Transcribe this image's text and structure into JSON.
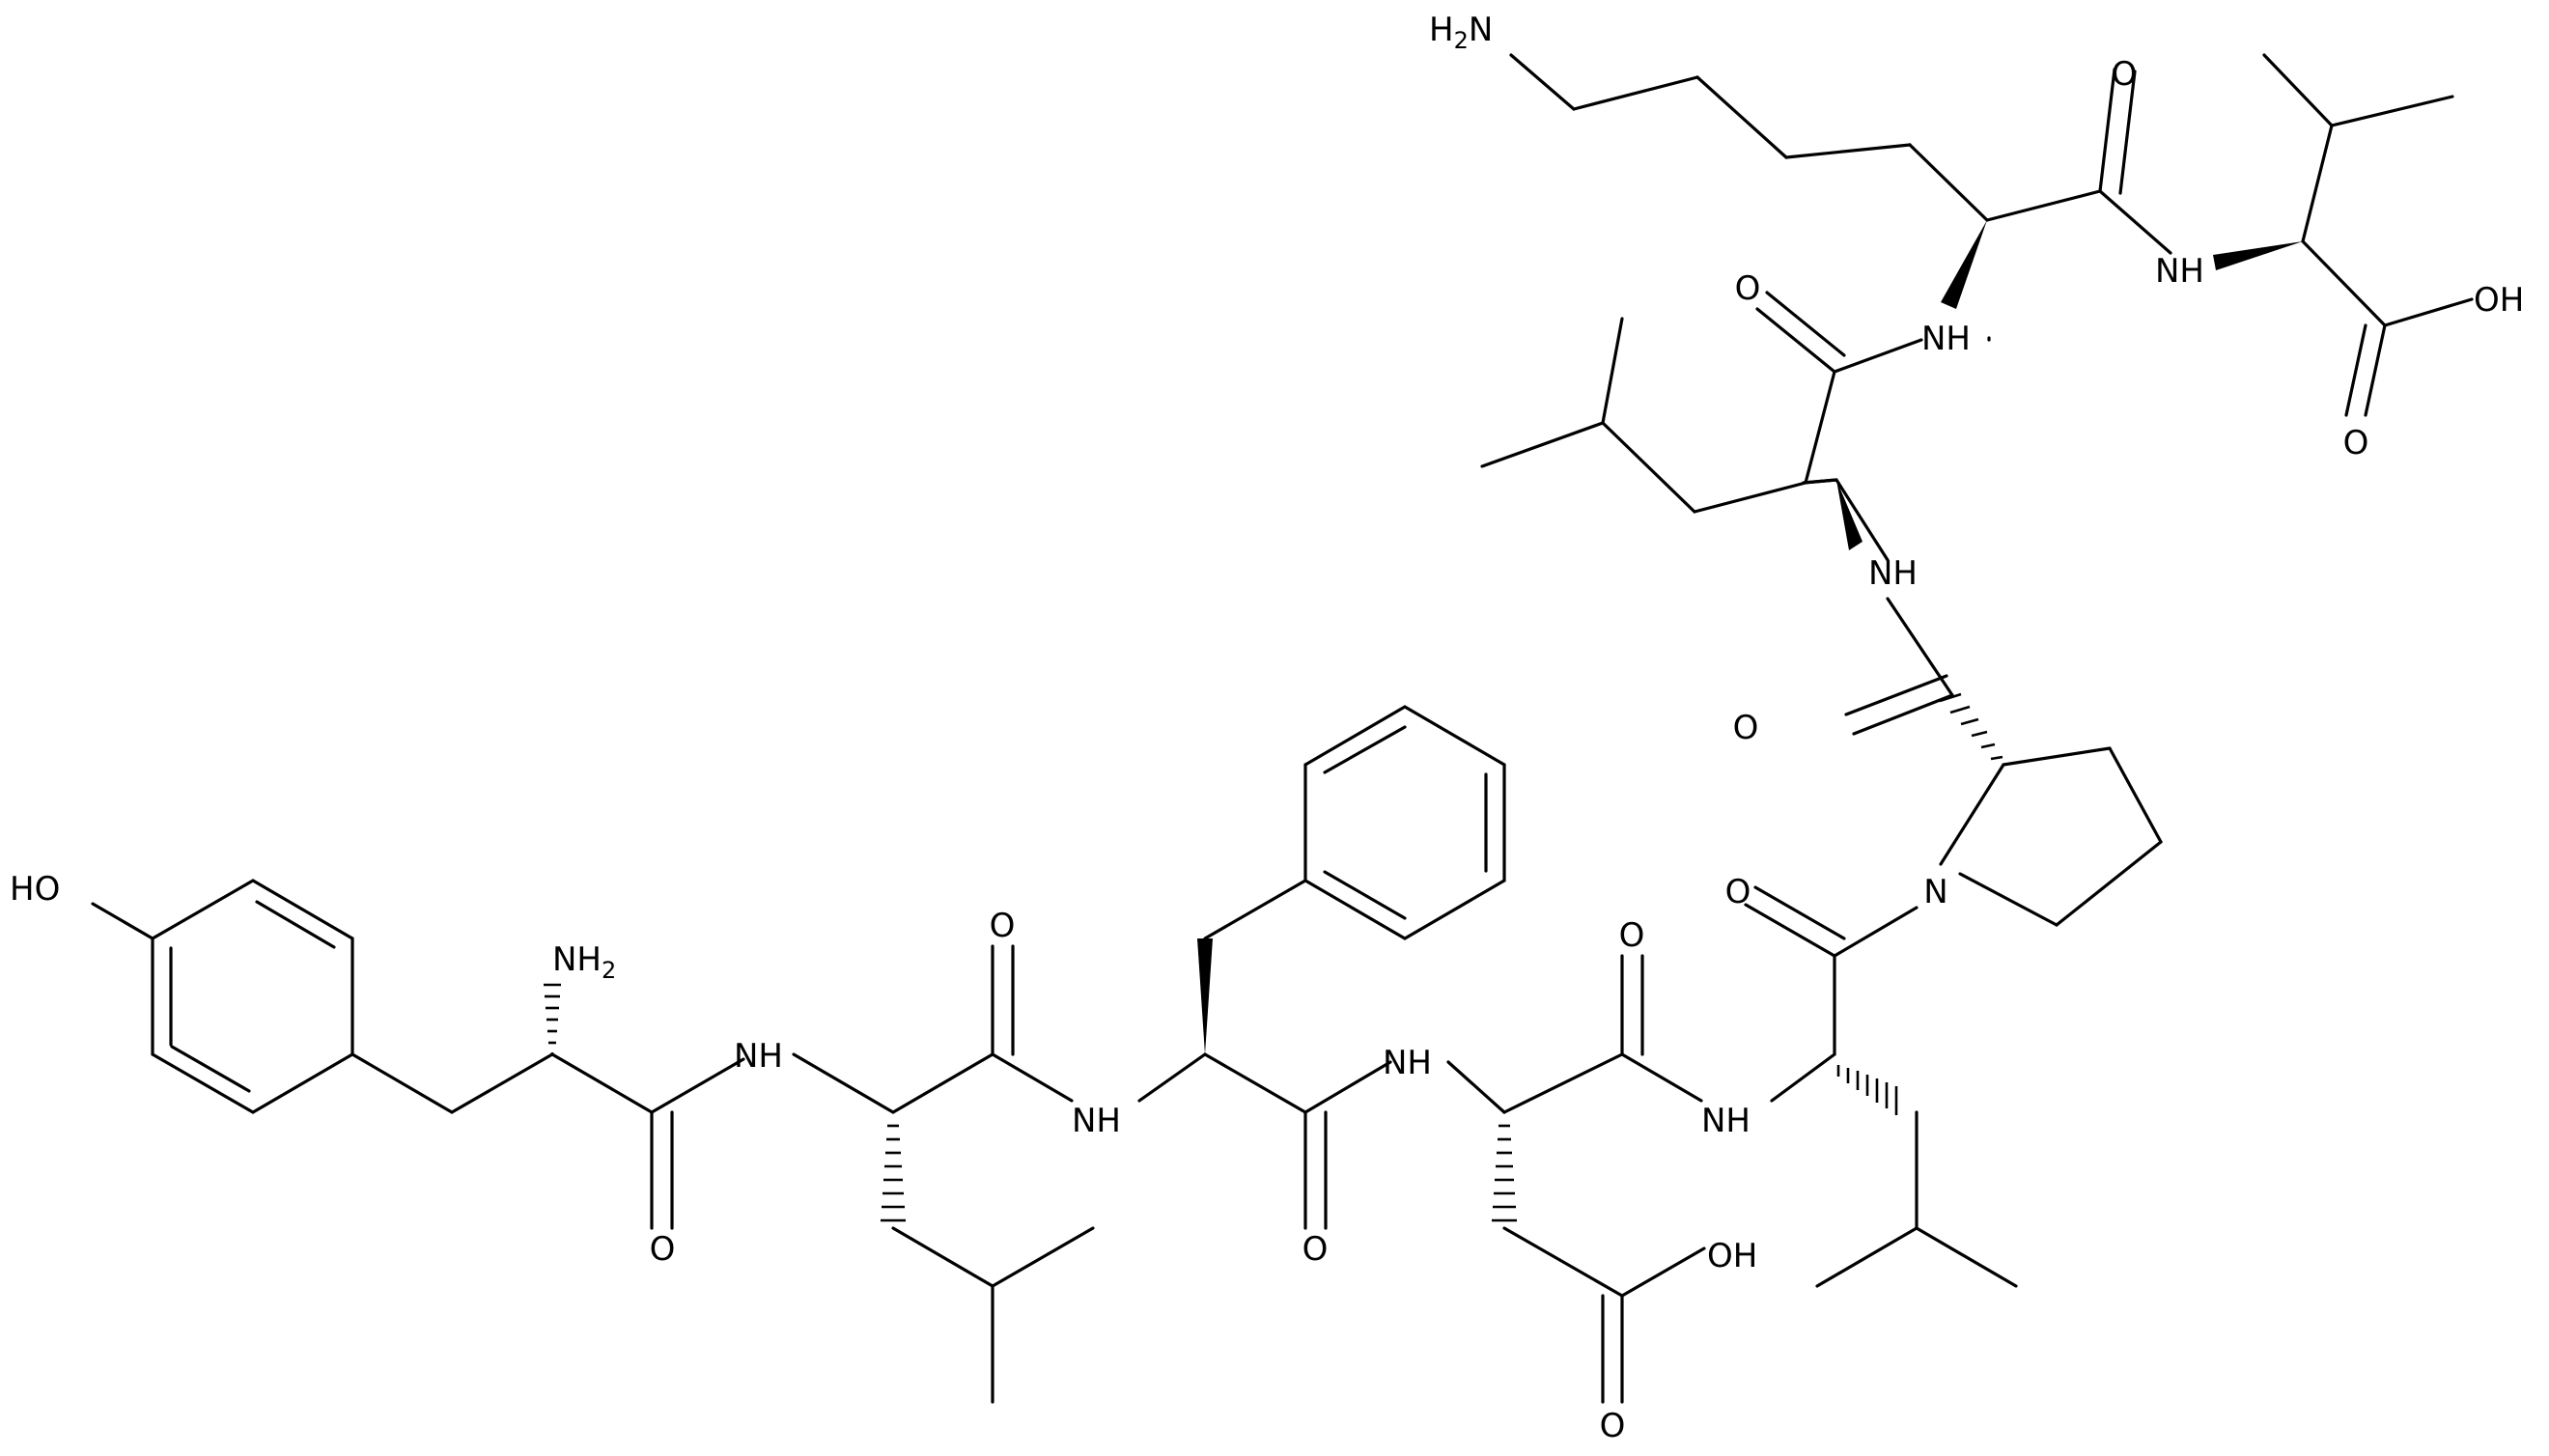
{
  "atom_labels": {
    "ho_tyr": "HO",
    "nh2_tyr": "NH",
    "nh2_tyr_sub": "2",
    "o1": "O",
    "nh1": "NH",
    "o2": "O",
    "nh2": "NH",
    "o3": "O",
    "nh3": "NH",
    "o4": "O",
    "oh_asp": "OH",
    "o_asp": "O",
    "nh4": "NH",
    "o5": "O",
    "n_pro": "N",
    "o6": "O",
    "nh5": "NH",
    "o7": "O",
    "nh6": "NH",
    "h2n_lys": "H",
    "h2n_lys_sub": "2",
    "h2n_lys_n": "N",
    "o8": "O",
    "nh7": "NH",
    "oh_val": "OH",
    "o_val": "O"
  }
}
